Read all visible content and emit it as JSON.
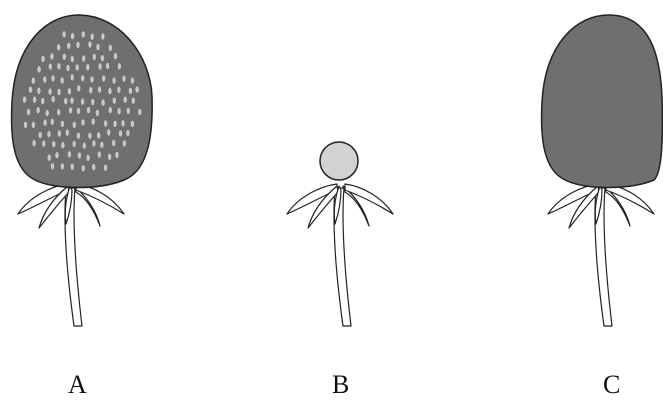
{
  "labels": {
    "a": "A",
    "b": "B",
    "c": "C"
  },
  "colors": {
    "head_fill": "#6f6f6f",
    "seed_dots": "#c8c8c8",
    "bud_fill": "#d2d2d2",
    "outline": "#222222",
    "stem_fill": "#ffffff"
  }
}
